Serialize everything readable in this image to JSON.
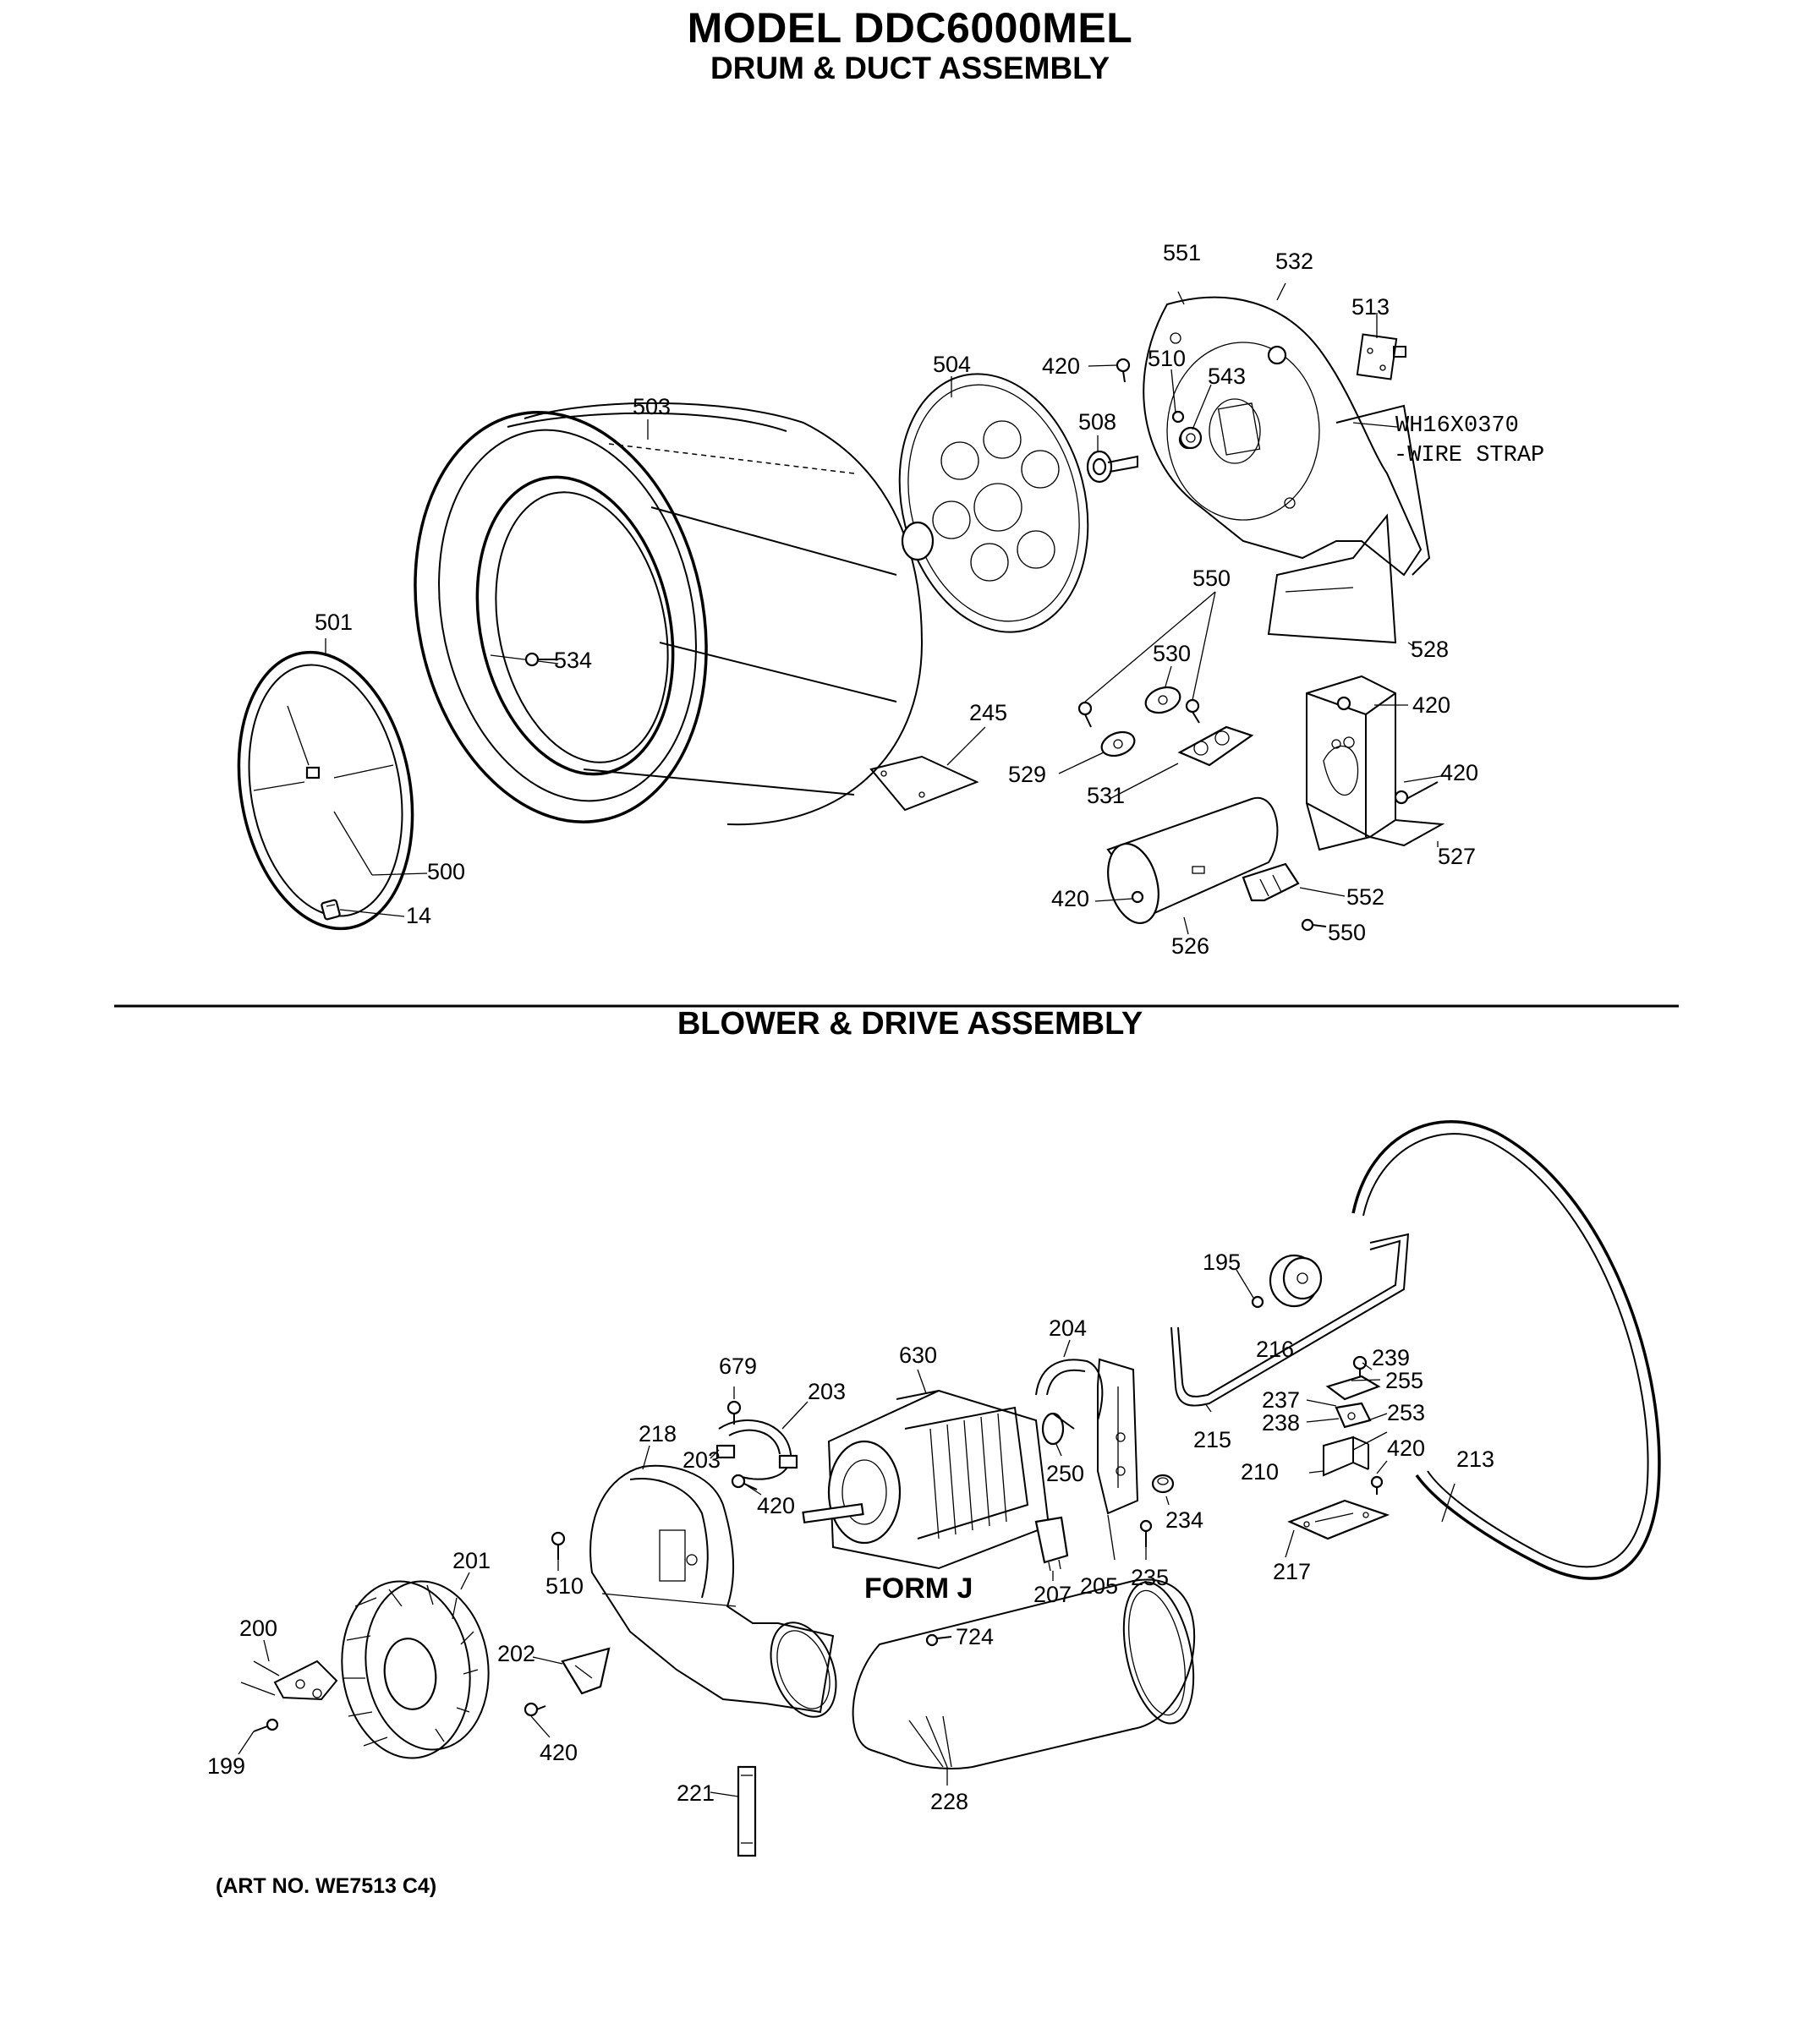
{
  "header": {
    "model_title": "MODEL DDC6000MEL",
    "section1_title": "DRUM & DUCT ASSEMBLY"
  },
  "section2_title": "BLOWER & DRIVE ASSEMBLY",
  "footer": {
    "art_number": "(ART NO. WE7513 C4)"
  },
  "drum_section": {
    "part_numbers": {
      "p551": "551",
      "p532": "532",
      "p513": "513",
      "p504": "504",
      "p420_a": "420",
      "p510": "510",
      "p543": "543",
      "p503": "503",
      "p508": "508",
      "p550_a": "550",
      "p530": "530",
      "p528": "528",
      "p501": "501",
      "p534": "534",
      "p245": "245",
      "p420_b": "420",
      "p420_c": "420",
      "p529": "529",
      "p531": "531",
      "p527": "527",
      "p500": "500",
      "p14": "14",
      "p420_d": "420",
      "p552": "552",
      "p550_b": "550",
      "p526": "526"
    },
    "wire_strap_part": "WH16X0370",
    "wire_strap_label": "-WIRE STRAP"
  },
  "blower_section": {
    "part_numbers": {
      "p195": "195",
      "p216": "216",
      "p204": "204",
      "p239": "239",
      "p679": "679",
      "p630": "630",
      "p255": "255",
      "p203_a": "203",
      "p237": "237",
      "p238": "238",
      "p253": "253",
      "p218": "218",
      "p203_b": "203",
      "p420_a": "420",
      "p250": "250",
      "p215": "215",
      "p420_b": "420",
      "p213": "213",
      "p210": "210",
      "p234": "234",
      "p201": "201",
      "p510": "510",
      "p207": "207",
      "p205": "205",
      "p235": "235",
      "p217": "217",
      "p724": "724",
      "p200": "200",
      "p202": "202",
      "p420_c": "420",
      "p199": "199",
      "p221": "221",
      "p228": "228"
    },
    "form_label": "FORM J"
  }
}
